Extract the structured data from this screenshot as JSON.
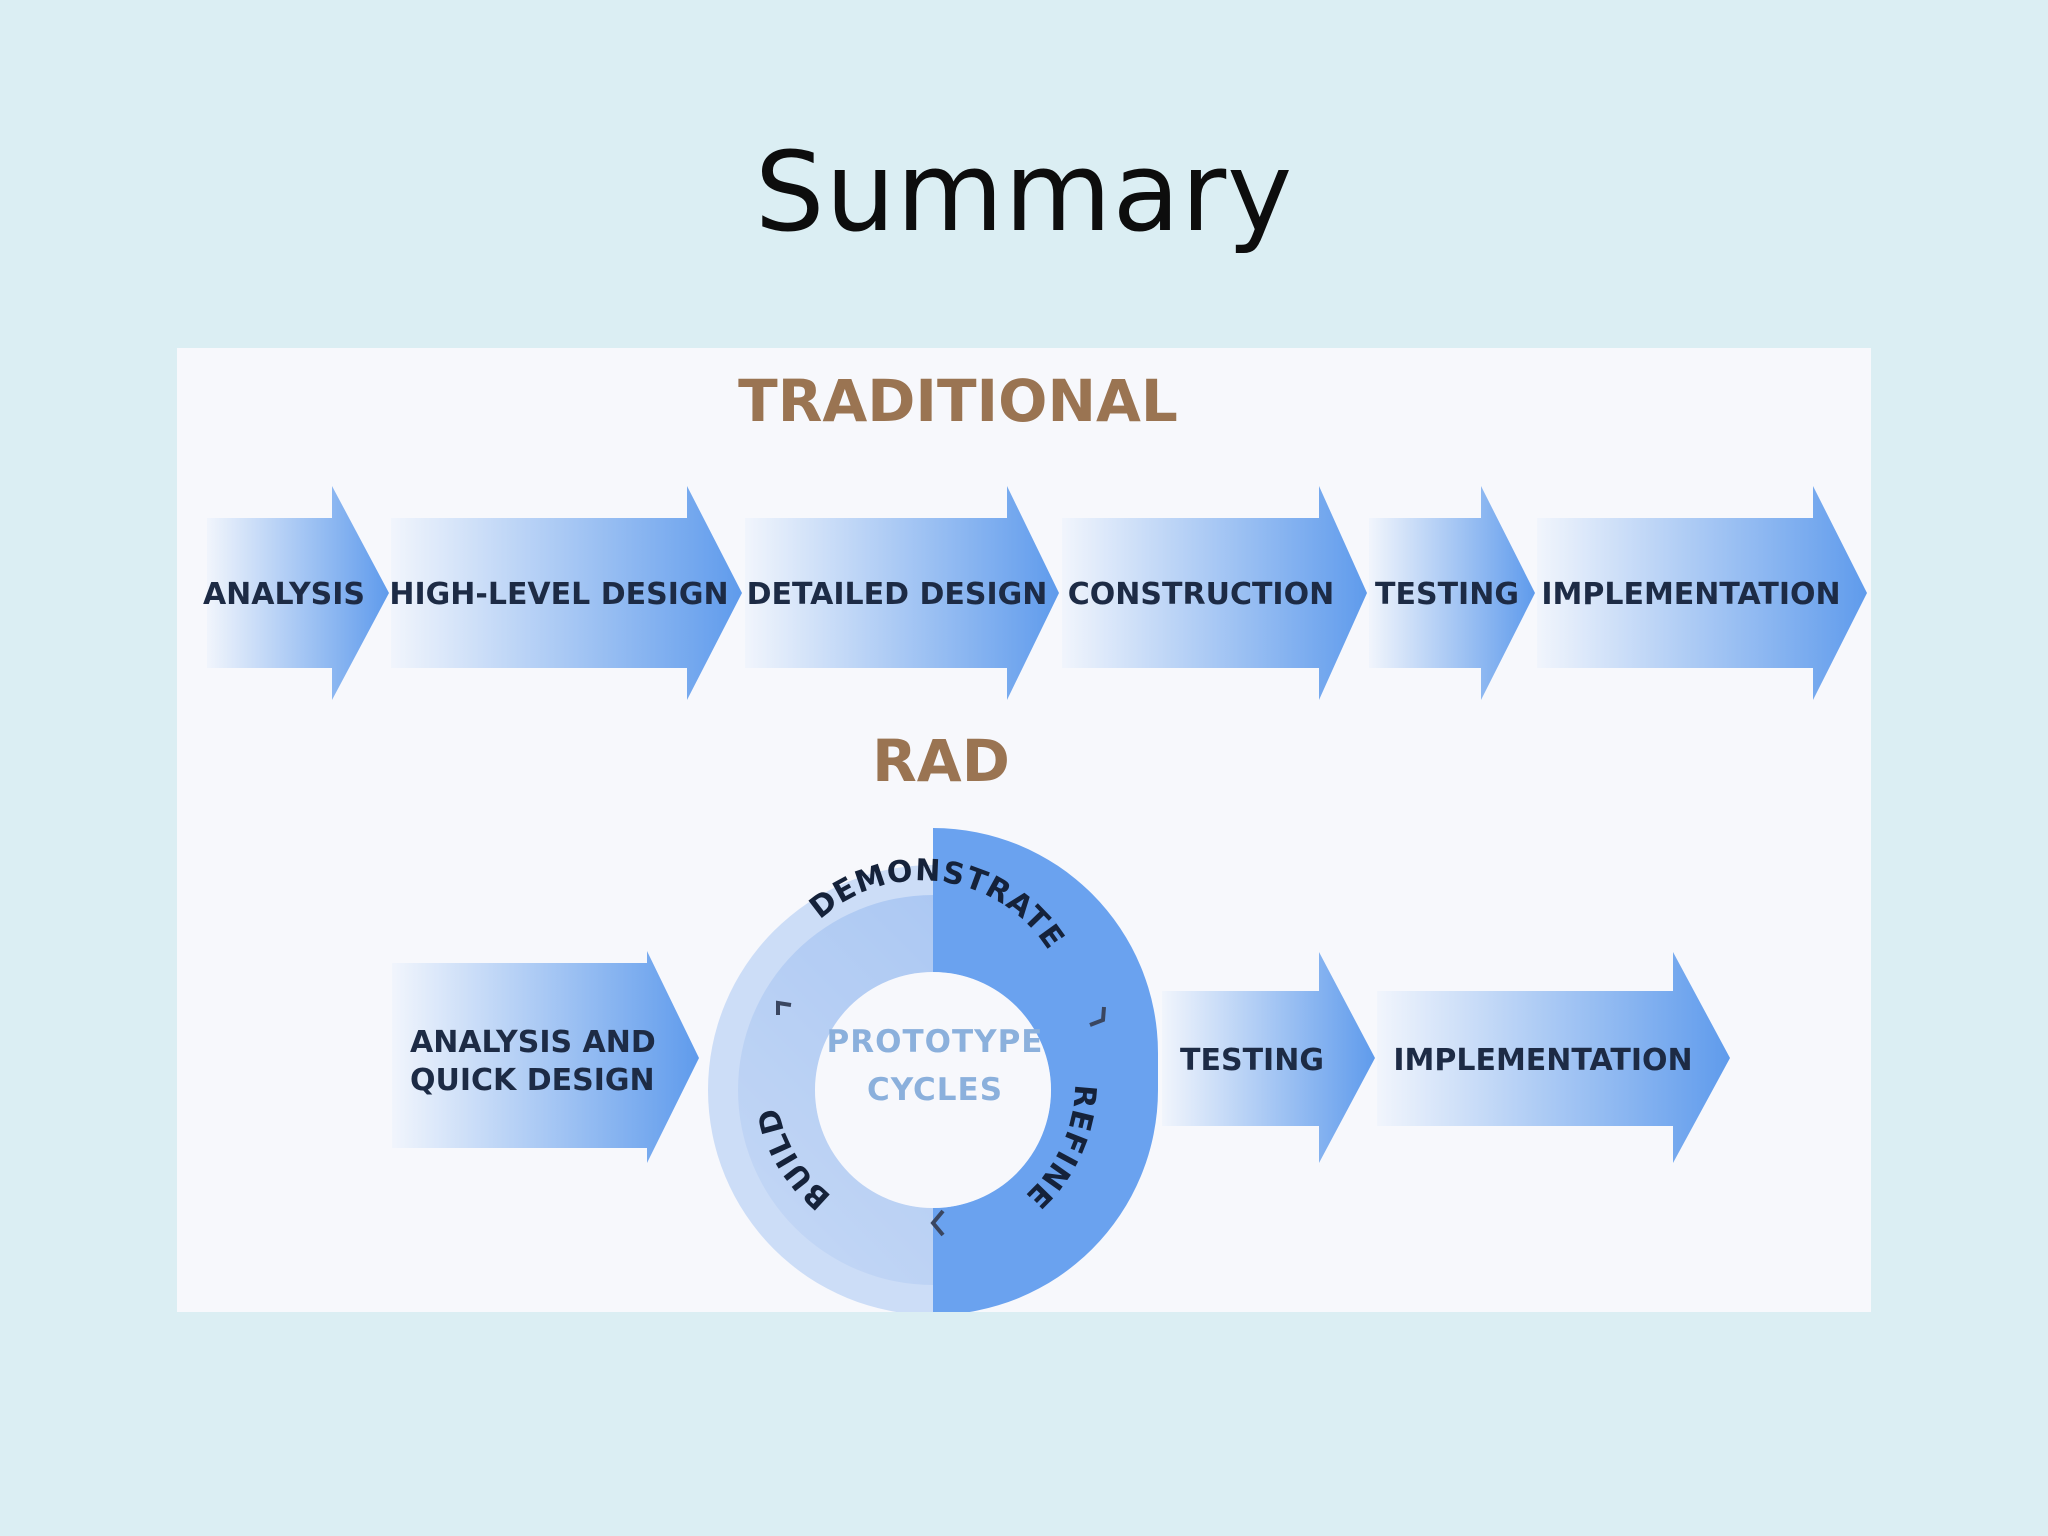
{
  "slide": {
    "title": "Summary"
  },
  "traditional": {
    "heading": "TRADITIONAL",
    "steps": [
      "ANALYSIS",
      "HIGH-LEVEL DESIGN",
      "DETAILED DESIGN",
      "CONSTRUCTION",
      "TESTING",
      "IMPLEMENTATION"
    ]
  },
  "rad": {
    "heading": "RAD",
    "first_step": [
      "ANALYSIS AND",
      "QUICK DESIGN"
    ],
    "cycle": {
      "center": [
        "PROTOTYPE",
        "CYCLES"
      ],
      "stages": [
        "DEMONSTRATE",
        "REFINE",
        "BUILD"
      ]
    },
    "after_steps": [
      "TESTING",
      "IMPLEMENTATION"
    ]
  },
  "colors": {
    "arrow_light": "#f1f5fc",
    "arrow_dark": "#5f9bec",
    "heading": "#9a7452",
    "label": "#1d2b45"
  }
}
